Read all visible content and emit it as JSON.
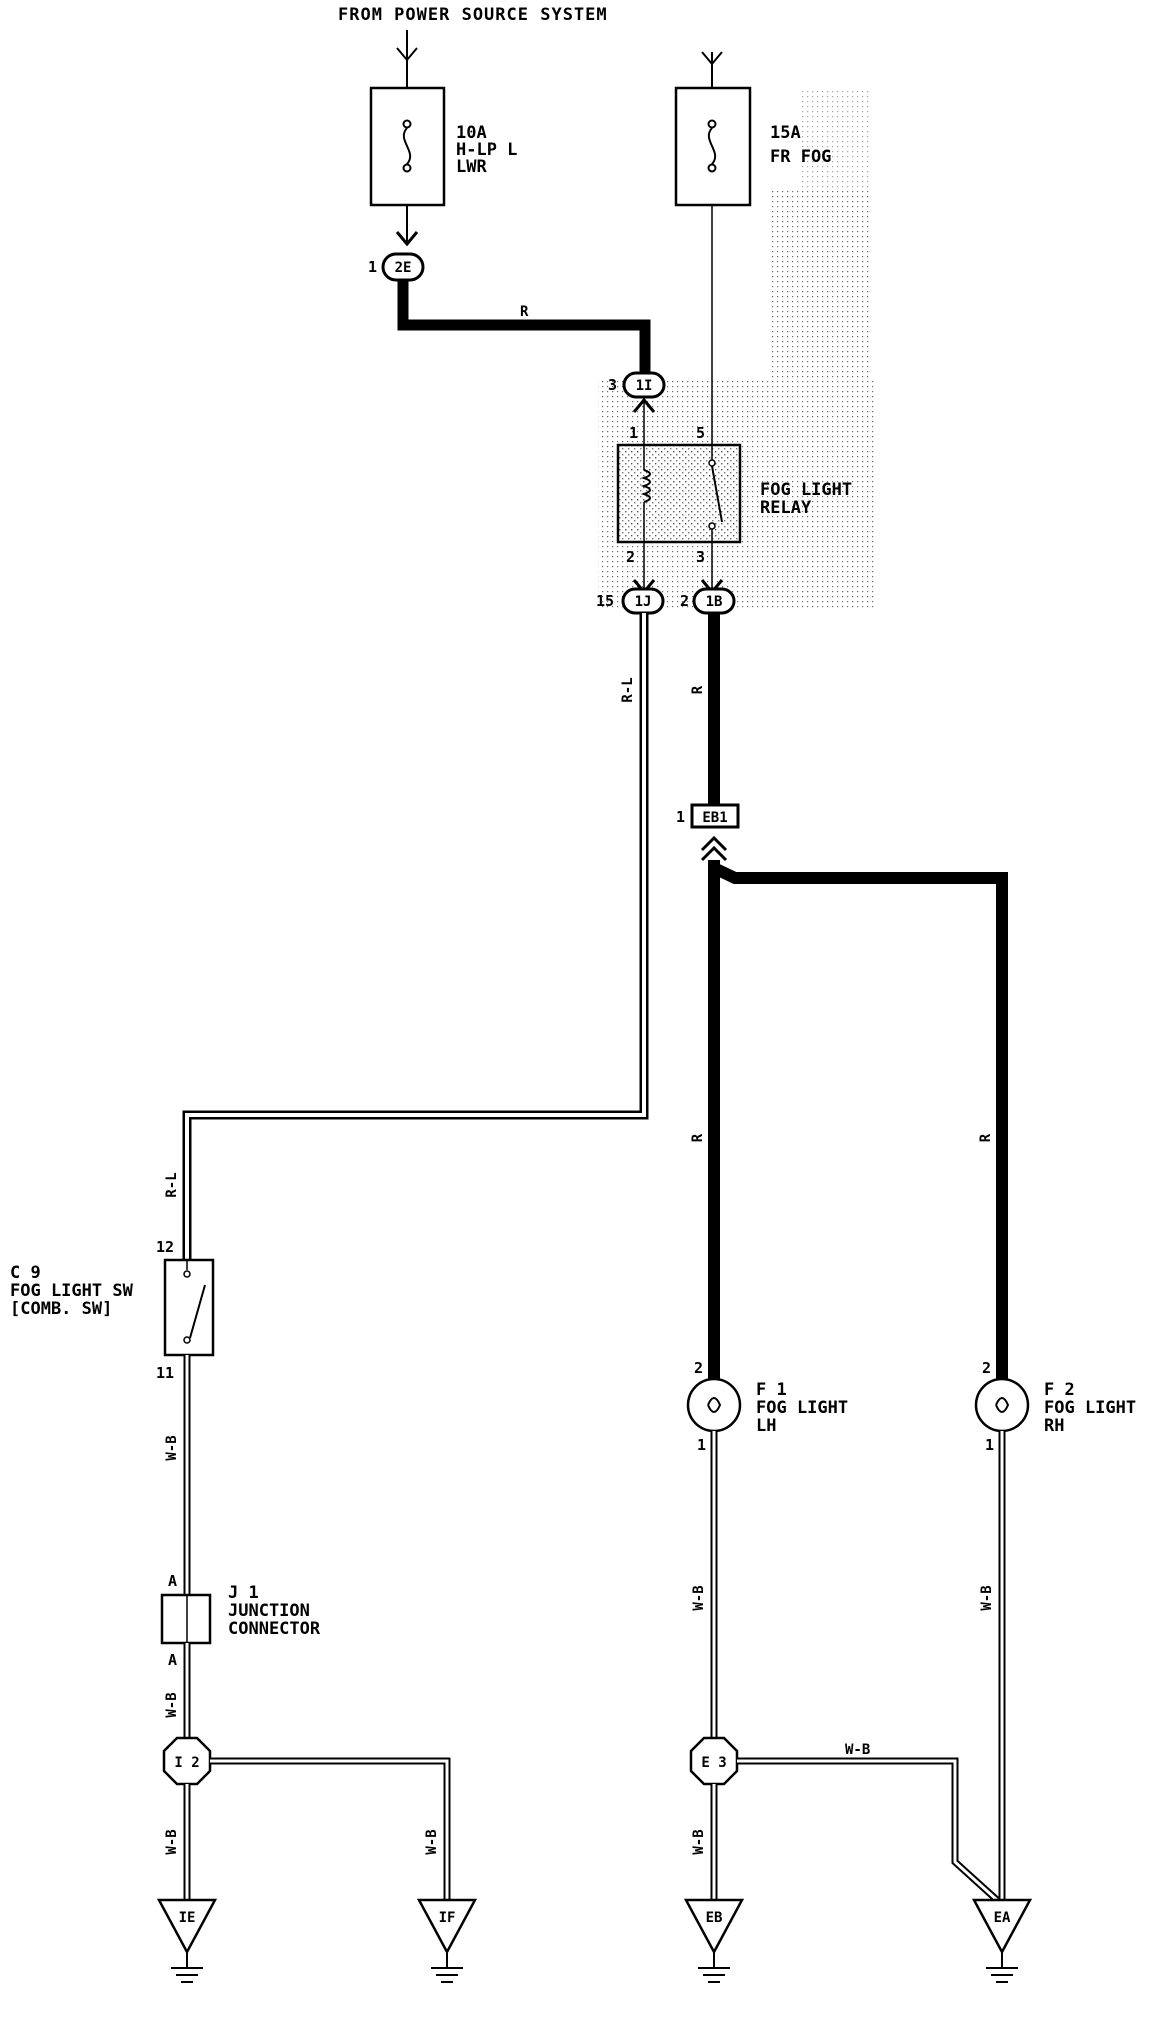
{
  "header": {
    "source": "FROM POWER SOURCE SYSTEM"
  },
  "fuses": {
    "hlp": {
      "rating": "10A",
      "line1": "H-LP L",
      "line2": "LWR"
    },
    "fog": {
      "rating": "15A",
      "line1": "FR FOG"
    }
  },
  "relay": {
    "line1": "FOG LIGHT",
    "line2": "RELAY",
    "pin_coil_in": "1",
    "pin_sw_in": "5",
    "pin_coil_out": "2",
    "pin_sw_out": "3"
  },
  "connectors": {
    "c2e": {
      "label": "2E",
      "pin": "1"
    },
    "c1i": {
      "label": "1I",
      "pin": "3"
    },
    "c1j": {
      "label": "1J",
      "pin": "15"
    },
    "c1b": {
      "label": "1B",
      "pin": "2"
    },
    "ceb1": {
      "label": "EB1",
      "pin": "1"
    },
    "ci2": {
      "label": "I 2"
    },
    "ce3": {
      "label": "E 3"
    }
  },
  "switch": {
    "id": "C 9",
    "line1": "FOG LIGHT SW",
    "line2": "[COMB. SW]",
    "pin_in": "12",
    "pin_out": "11"
  },
  "junction": {
    "id": "J 1",
    "line1": "JUNCTION",
    "line2": "CONNECTOR",
    "pin_top": "A",
    "pin_bottom": "A"
  },
  "lamps": {
    "lh": {
      "id": "F 1",
      "line1": "FOG LIGHT",
      "line2": "LH",
      "pin_in": "2",
      "pin_out": "1"
    },
    "rh": {
      "id": "F 2",
      "line1": "FOG LIGHT",
      "line2": "RH",
      "pin_in": "2",
      "pin_out": "1"
    }
  },
  "wires": {
    "r": "R",
    "rl": "R-L",
    "wb": "W-B"
  },
  "grounds": {
    "ie": "IE",
    "if": "IF",
    "eb": "EB",
    "ea": "EA"
  }
}
